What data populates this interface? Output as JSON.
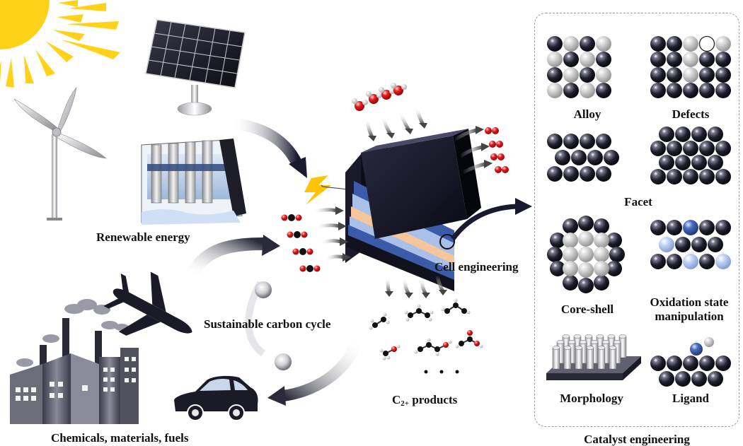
{
  "labels": {
    "renewable_energy": "Renewable energy",
    "sustainable_carbon_cycle": "Sustainable carbon cycle",
    "chemicals_materials_fuels": "Chemicals, materials, fuels",
    "cell_engineering": "Cell engineering",
    "c2_products_main": "C",
    "c2_products_sub": "2+",
    "c2_products_rest": " products",
    "catalyst_engineering": "Catalyst engineering"
  },
  "catalyst": {
    "alloy": "Alloy",
    "defects": "Defects",
    "facet": "Facet",
    "core_shell": "Core-shell",
    "oxidation_line1": "Oxidation state",
    "oxidation_line2": "manipulation",
    "morphology": "Morphology",
    "ligand": "Ligand"
  },
  "colors": {
    "atom_dark": "#1a1a2e",
    "atom_gray": "#b4b4b4",
    "atom_blue": "#3b5ba8",
    "atom_lightblue": "#a9c0ea",
    "sun": "#ffd21a",
    "oxygen": "#e51c1c",
    "hydrogen": "#e6e6e6",
    "carbon": "#111111"
  }
}
